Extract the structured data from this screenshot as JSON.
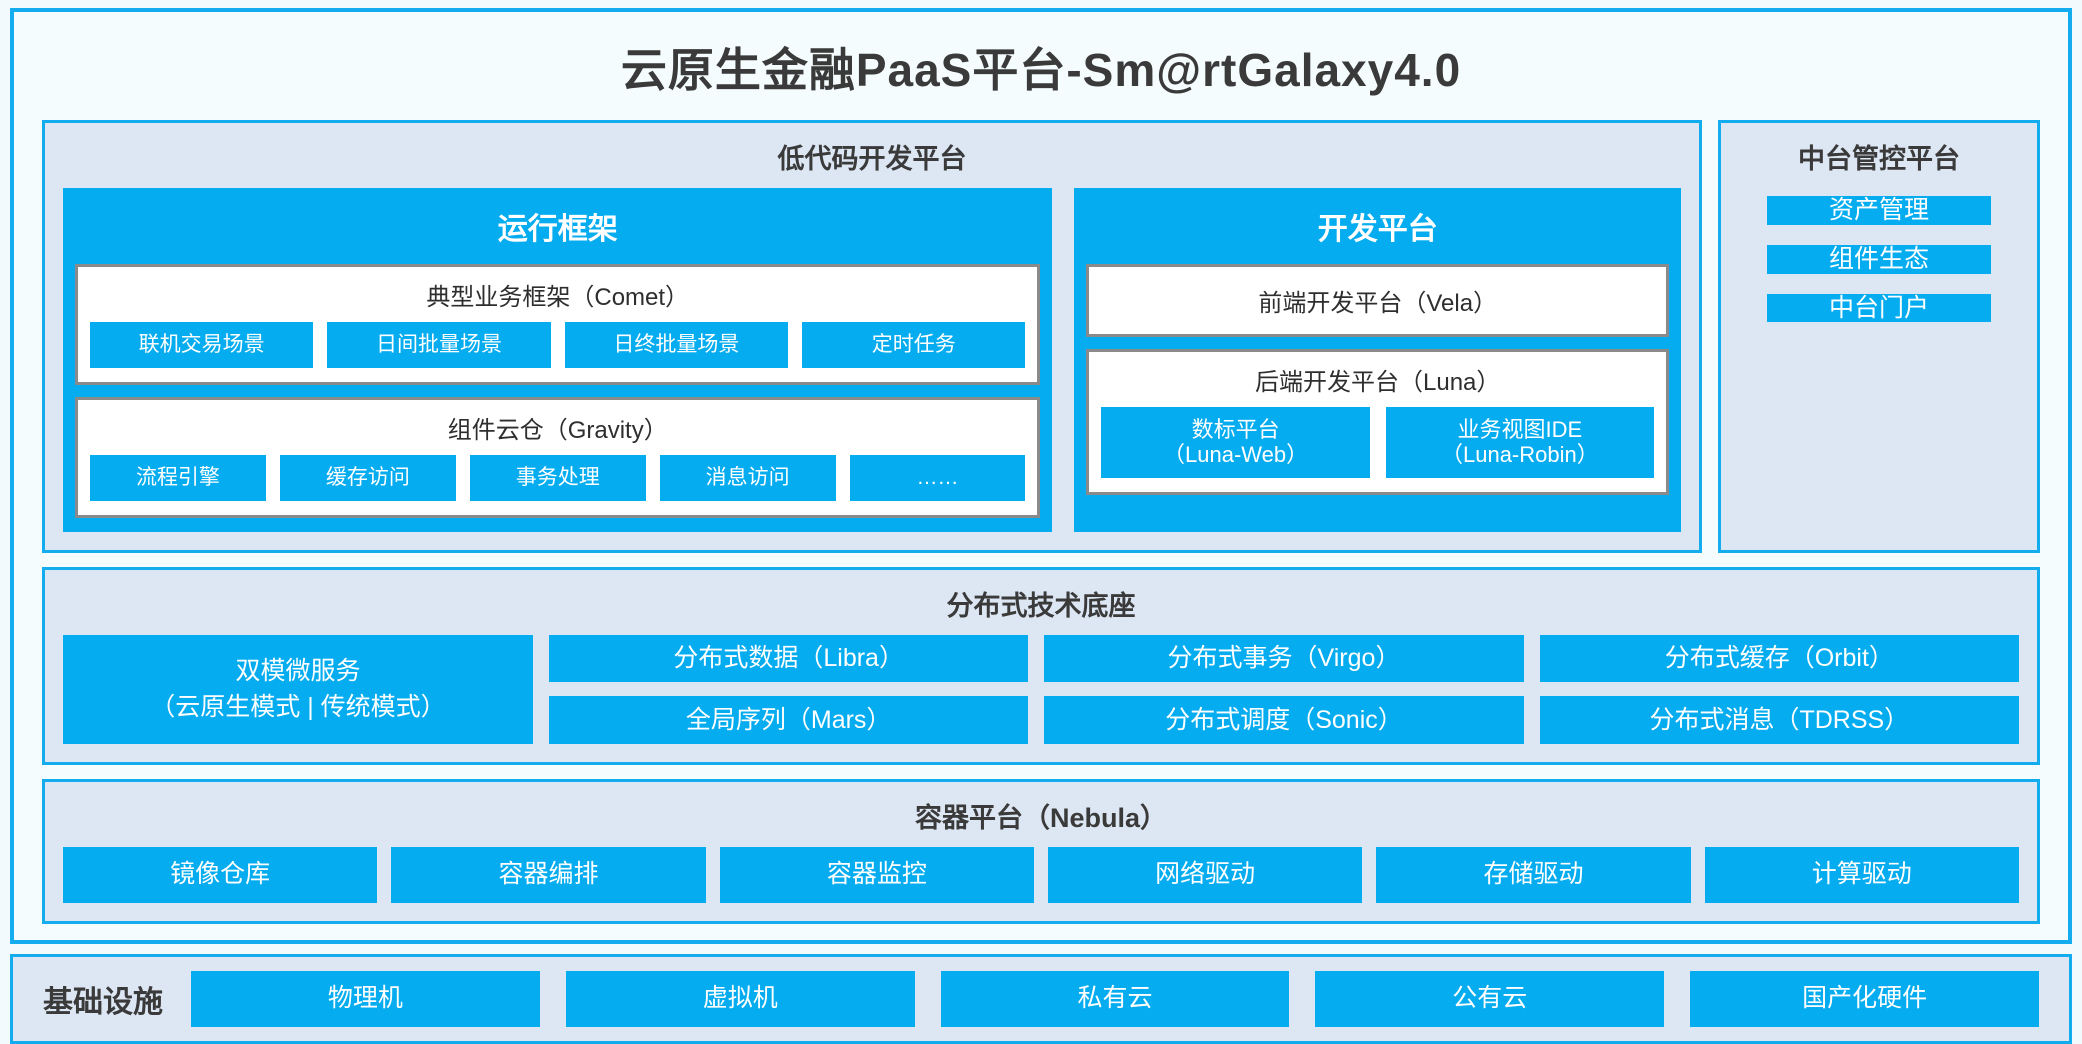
{
  "title": "云原生金融PaaS平台-Sm@rtGalaxy4.0",
  "colors": {
    "accent_blue": "#05ACEF",
    "border_blue": "#13ACEF",
    "panel_bg": "#DDE7F4",
    "page_bg": "#F2FAFD",
    "card_bg": "#F5FCFE",
    "subcard_border": "#8A8A8A",
    "text_dark": "#3A3A3A",
    "text_white": "#FFFFFF"
  },
  "lowcode": {
    "title": "低代码开发平台",
    "runtime": {
      "title": "运行框架",
      "comet": {
        "title": "典型业务框架（Comet）",
        "items": [
          "联机交易场景",
          "日间批量场景",
          "日终批量场景",
          "定时任务"
        ]
      },
      "gravity": {
        "title": "组件云仓（Gravity）",
        "items": [
          "流程引擎",
          "缓存访问",
          "事务处理",
          "消息访问",
          "……"
        ]
      }
    },
    "devplatform": {
      "title": "开发平台",
      "frontend": "前端开发平台（Vela）",
      "backend": {
        "title": "后端开发平台（Luna）",
        "items": [
          {
            "line1": "数标平台",
            "line2": "（Luna-Web）"
          },
          {
            "line1": "业务视图IDE",
            "line2": "（Luna-Robin）"
          }
        ]
      }
    }
  },
  "midoffice": {
    "title": "中台管控平台",
    "items": [
      "资产管理",
      "组件生态",
      "中台门户"
    ]
  },
  "techbase": {
    "title": "分布式技术底座",
    "wide": {
      "line1": "双模微服务",
      "line2": "（云原生模式 | 传统模式）"
    },
    "columns": [
      [
        "分布式数据（Libra）",
        "全局序列（Mars）"
      ],
      [
        "分布式事务（Virgo）",
        "分布式调度（Sonic）"
      ],
      [
        "分布式缓存（Orbit）",
        "分布式消息（TDRSS）"
      ]
    ]
  },
  "containerplatform": {
    "title": "容器平台（Nebula）",
    "items": [
      "镜像仓库",
      "容器编排",
      "容器监控",
      "网络驱动",
      "存储驱动",
      "计算驱动"
    ]
  },
  "infrastructure": {
    "label": "基础设施",
    "items": [
      "物理机",
      "虚拟机",
      "私有云",
      "公有云",
      "国产化硬件"
    ]
  }
}
